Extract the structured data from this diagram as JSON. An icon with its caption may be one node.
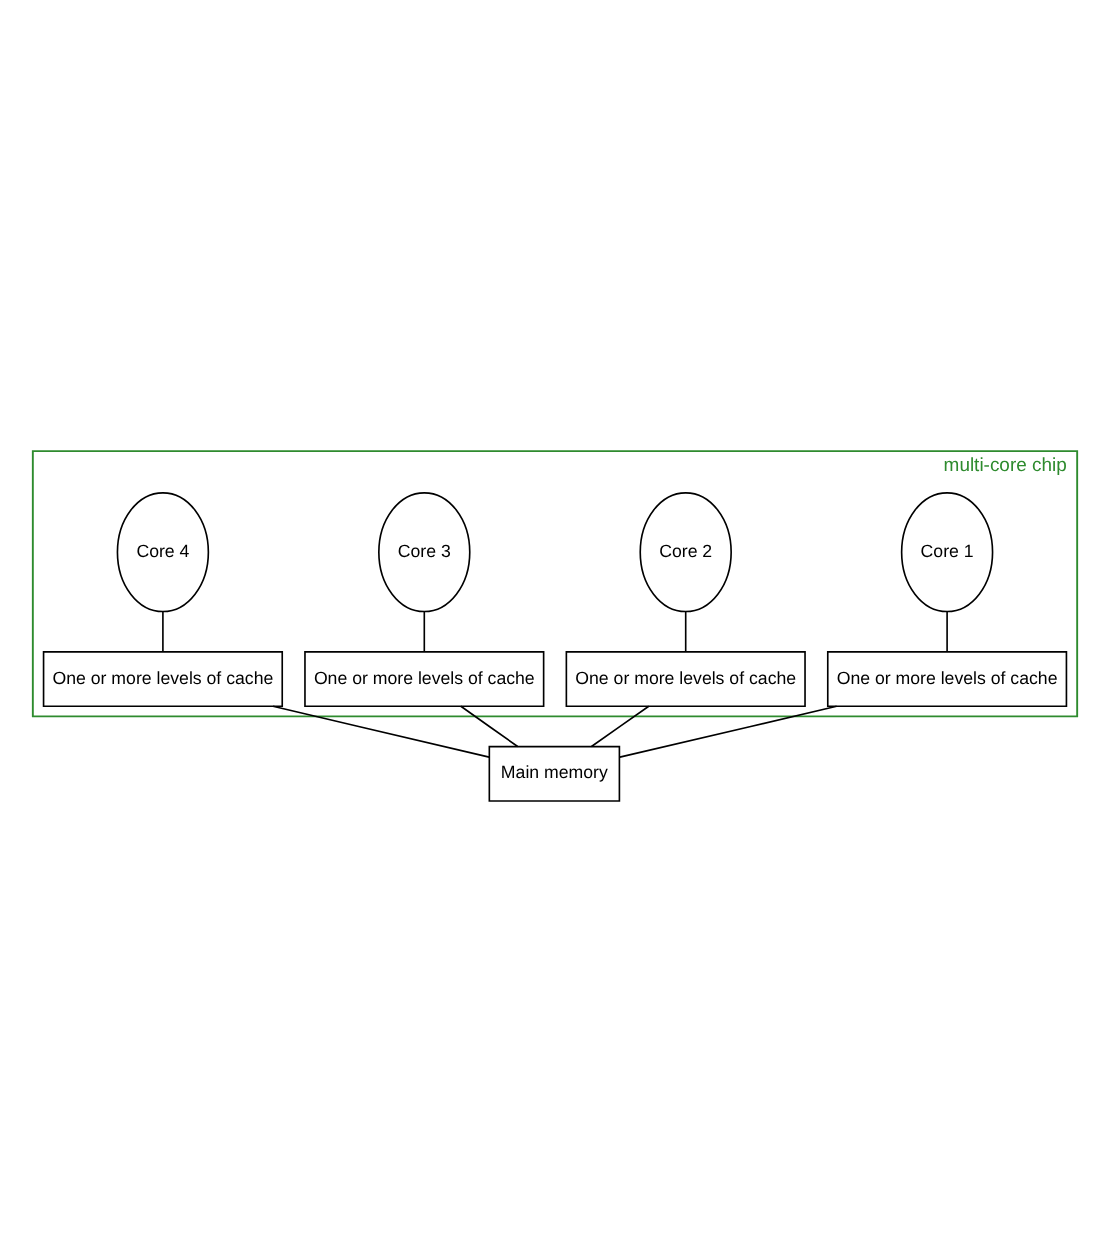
{
  "diagram": {
    "nodes": [
      {
        "text": [
          "multi-core chip"
        ]
      },
      {
        "text": [
          "Core 1"
        ],
        "in": 0
      },
      {
        "text": [
          "Core 2"
        ],
        "in": 0
      },
      {
        "text": [
          "Core 3"
        ],
        "in": 0
      },
      {
        "text": [
          "Core 4"
        ],
        "in": 0
      },
      {
        "text": [
          "One or more levels of cache"
        ],
        "in": 0
      },
      {
        "text": [
          "One or more levels of cache"
        ],
        "in": 0
      },
      {
        "text": [
          "One or more levels of cache"
        ],
        "in": 0
      },
      {
        "text": [
          "One or more levels of cache"
        ],
        "in": 0
      },
      {
        "text": [
          "Main memory"
        ]
      }
    ],
    "edges": [
      {
        "from": 1,
        "to": 5,
        "arrow": "none"
      },
      {
        "from": 2,
        "to": 6,
        "arrow": "none"
      },
      {
        "from": 3,
        "to": 7,
        "arrow": "none"
      },
      {
        "from": 4,
        "to": 8,
        "arrow": "none"
      },
      {
        "from": 5,
        "to": 9,
        "arrow": "none"
      },
      {
        "from": 6,
        "to": 9,
        "arrow": "none"
      },
      {
        "from": 7,
        "to": 9,
        "arrow": "none"
      },
      {
        "from": 8,
        "to": 9,
        "arrow": "none"
      }
    ]
  }
}
